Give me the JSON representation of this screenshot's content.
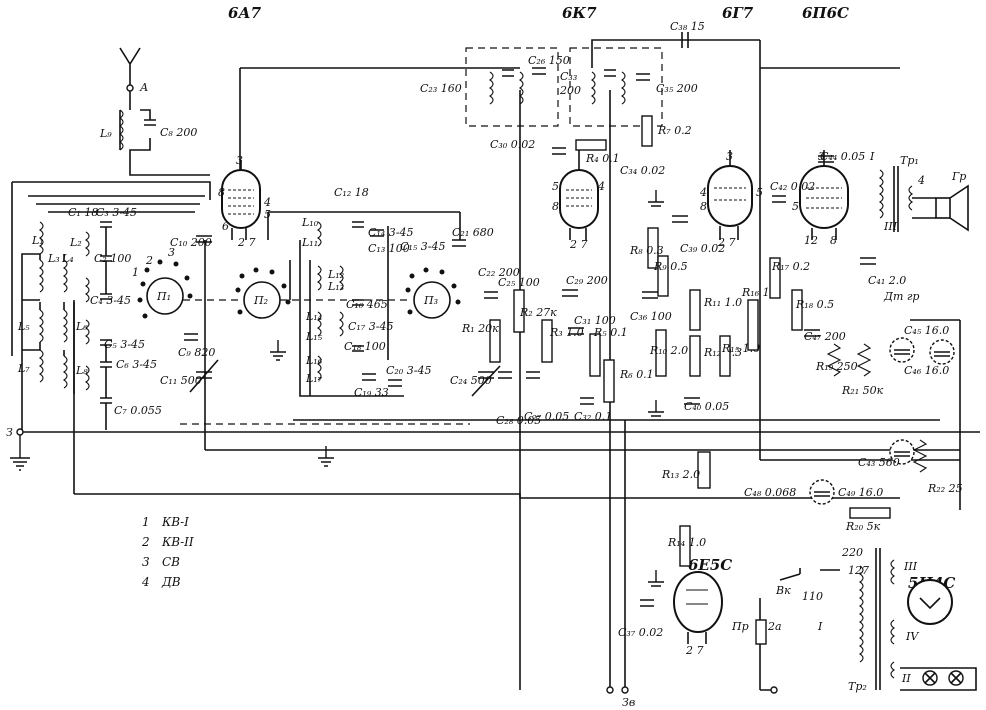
{
  "tubes": {
    "t1": "6А7",
    "t2": "6К7",
    "t3": "6Г7",
    "t4": "6П6С",
    "t5": "6Е5С",
    "t6": "5Ц4С"
  },
  "terminals": {
    "antenna": "А",
    "ground": "З",
    "pickup": "Зв",
    "speaker": "Гр",
    "fuse": "Пр",
    "switch": "Вк",
    "fuse_value": "2а"
  },
  "legend": [
    {
      "num": "1",
      "text": "КВ-I"
    },
    {
      "num": "2",
      "text": "КВ-II"
    },
    {
      "num": "3",
      "text": "СВ"
    },
    {
      "num": "4",
      "text": "ДВ"
    }
  ],
  "components": {
    "C8": "C₈ 200",
    "L9": "L₉",
    "C23": "C₂₃ 160",
    "C26": "C₂₆ 150",
    "C33": "C₃₃",
    "C33v": "200",
    "C35": "C₃₅ 200",
    "C38": "C₃₈ 15",
    "C30": "C₃₀ 0.02",
    "R7": "R₇ 0.2",
    "R4": "R₄ 0.1",
    "C34": "C₃₄ 0.02",
    "C44": "C₄₄ 0.05",
    "C42": "C₄₂ 0.02",
    "Tr1": "Тр₁",
    "C1": "C₁ 18",
    "C3": "C₃ 3-45",
    "L1": "L₁",
    "L2": "L₂",
    "L3": "L₃",
    "L4": "L₄",
    "C2": "C₂ 100",
    "C4": "C₄ 3-45",
    "L5": "L₅",
    "L6": "L₆",
    "C5": "C₅ 3-45",
    "L7": "L₇",
    "L8": "L₈",
    "C6": "C₆ 3-45",
    "C7": "C₇ 0.055",
    "C9": "C₉ 820",
    "C10": "C₁₀ 200",
    "C11": "C₁₁ 500",
    "C12": "C₁₂ 18",
    "L10": "L₁₀",
    "L11": "L₁₁",
    "C14": "C₁₄ 3-45",
    "C13": "C₁₃ 100",
    "C15": "C₁₅ 3-45",
    "C16": "C₁₆ 465",
    "L12": "L₁₂",
    "L13": "L₁₃",
    "L14": "L₁₄",
    "L15": "L₁₅",
    "L16": "L₁₆",
    "L17": "L₁₇",
    "C17": "C₁₇ 3-45",
    "C18": "C₁₈ 100",
    "C19": "C₁₉ 33",
    "C20": "C₂₀ 3-45",
    "C21": "C₂₁ 680",
    "C22": "C₂₂ 200",
    "C25": "C₂₅ 100",
    "R1": "R₁ 20к",
    "R2": "R₂ 27к",
    "R3": "R₃ 1.0",
    "C24": "C₂₄ 500",
    "C28": "C₂₈ 0.05",
    "C27": "C₂₇ 0.05",
    "C29": "C₂₉ 200",
    "C31": "C₃₁ 100",
    "R5": "R₅ 0.1",
    "R6": "R₆ 0.1",
    "C32": "C₃₂ 0.1",
    "C36": "C₃₆ 100",
    "R8": "R₈ 0.3",
    "R9": "R₉ 0.5",
    "R10": "R₁₀ 2.0",
    "R11": "R₁₁ 1.0",
    "R12": "R₁₂ 0.3",
    "R15": "R₁₅ 1.0",
    "R16": "R₁₆ 1.0",
    "C39": "C₃₉ 0.02",
    "C40": "C₄₀ 0.05",
    "R17": "R₁₇ 0.2",
    "R18": "R₁₈ 0.5",
    "C41": "C₄₁ 2.0",
    "C47": "C₄₇ 200",
    "R19": "R₁₉ 250",
    "R21": "R₂₁ 50к",
    "C45": "C₄₅ 16.0",
    "C46": "C₄₆ 16.0",
    "C43": "C₄₃ 560",
    "R22": "R₂₂ 25",
    "C48": "C₄₈ 0.068",
    "C49": "C₄₉ 16.0",
    "R20": "R₂₀ 5к",
    "R13": "R₁₃ 2.0",
    "R14": "R₁₄ 1.0",
    "C37": "C₃₇ 0.02",
    "Tr2": "Тр₂",
    "tap220": "220",
    "tap127": "127",
    "tap110": "110",
    "dtgr": "Дт гр"
  }
}
